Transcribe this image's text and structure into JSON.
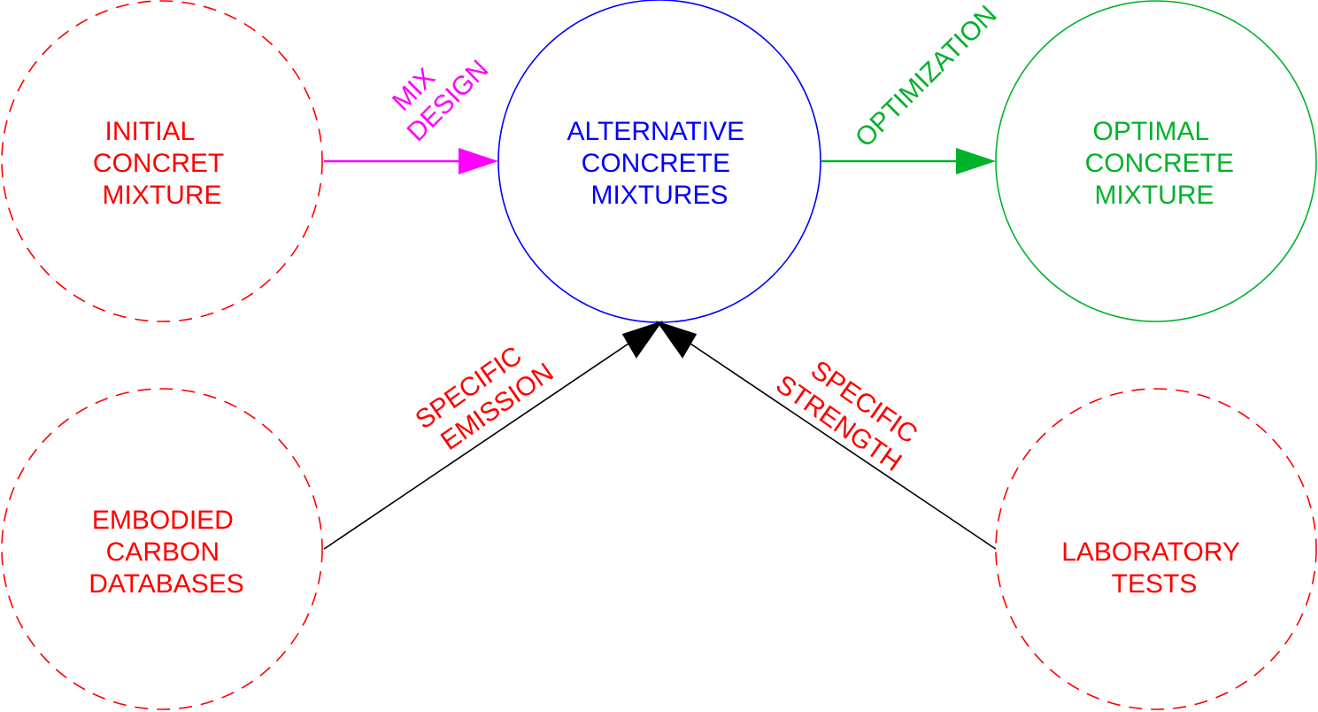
{
  "colors": {
    "red": "#ff0000",
    "blue": "#0000ff",
    "green": "#00b22a",
    "magenta": "#ff00ff",
    "black": "#000000"
  },
  "nodes": {
    "initial": {
      "lines": [
        "INITIAL",
        "CONCRET",
        "MIXTURE"
      ],
      "style": "dashed",
      "color": "red"
    },
    "alternative": {
      "lines": [
        "ALTERNATIVE",
        "CONCRETE",
        "MIXTURES"
      ],
      "style": "solid",
      "color": "blue"
    },
    "optimal": {
      "lines": [
        "OPTIMAL",
        "CONCRETE",
        "MIXTURE"
      ],
      "style": "solid",
      "color": "green"
    },
    "embodied": {
      "lines": [
        "EMBODIED",
        "CARBON",
        "DATABASES"
      ],
      "style": "dashed",
      "color": "red"
    },
    "laboratory": {
      "lines": [
        "LABORATORY",
        "TESTS"
      ],
      "style": "dashed",
      "color": "red"
    }
  },
  "edges": {
    "mix_design": {
      "from": "initial",
      "to": "alternative",
      "lines": [
        "MIX",
        "DESIGN"
      ],
      "color": "magenta"
    },
    "optimization": {
      "from": "alternative",
      "to": "optimal",
      "lines": [
        "OPTIMIZATION"
      ],
      "color": "green"
    },
    "specific_emission": {
      "from": "embodied",
      "to": "alternative",
      "lines": [
        "SPECIFIC",
        "EMISSION"
      ],
      "color": "black",
      "label_color": "red"
    },
    "specific_strength": {
      "from": "laboratory",
      "to": "alternative",
      "lines": [
        "SPECIFIC",
        "STRENGTH"
      ],
      "color": "black",
      "label_color": "red"
    }
  }
}
